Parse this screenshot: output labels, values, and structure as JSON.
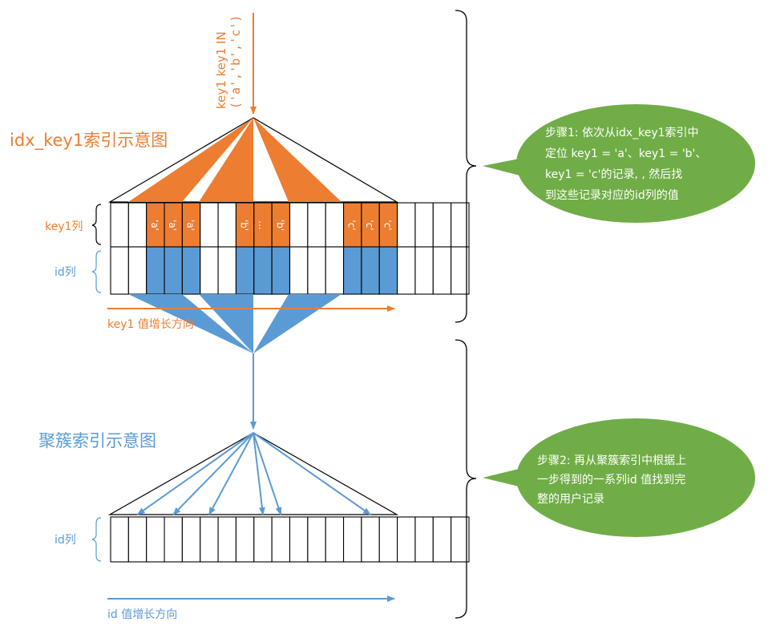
{
  "colors": {
    "orange": "#ed7d31",
    "blue": "#5b9bd5",
    "green": "#70ad47",
    "line": "#000000",
    "white": "#ffffff"
  },
  "query": {
    "line1": "key1 key1 IN",
    "line2": "('a','b','c')"
  },
  "secondary_index": {
    "title": "idx_key1索引示意图",
    "key_row_label": "key1列",
    "id_row_label": "id列",
    "direction_label": "key1 值增长方向",
    "key_cells": [
      "",
      "",
      "'a'",
      "'a'",
      "'a'",
      "",
      "",
      "'b'",
      "...",
      "'b'",
      "",
      "",
      "",
      "'c'",
      "'c'",
      "'c'",
      "",
      "",
      "",
      ""
    ]
  },
  "clustered_index": {
    "title": "聚簇索引示意图",
    "id_row_label": "id列",
    "direction_label": "id 值增长方向"
  },
  "step1": {
    "lines": [
      "步骤1: 依次从idx_key1索引中",
      "定位 key1 = 'a'、key1 = 'b'、",
      "key1 = 'c'的记录, , 然后找",
      "到这些记录对应的id列的值"
    ]
  },
  "step2": {
    "lines": [
      "步骤2: 再从聚簇索引中根据上",
      "一步得到的一系列id 值找到完",
      "整的用户记录"
    ]
  }
}
